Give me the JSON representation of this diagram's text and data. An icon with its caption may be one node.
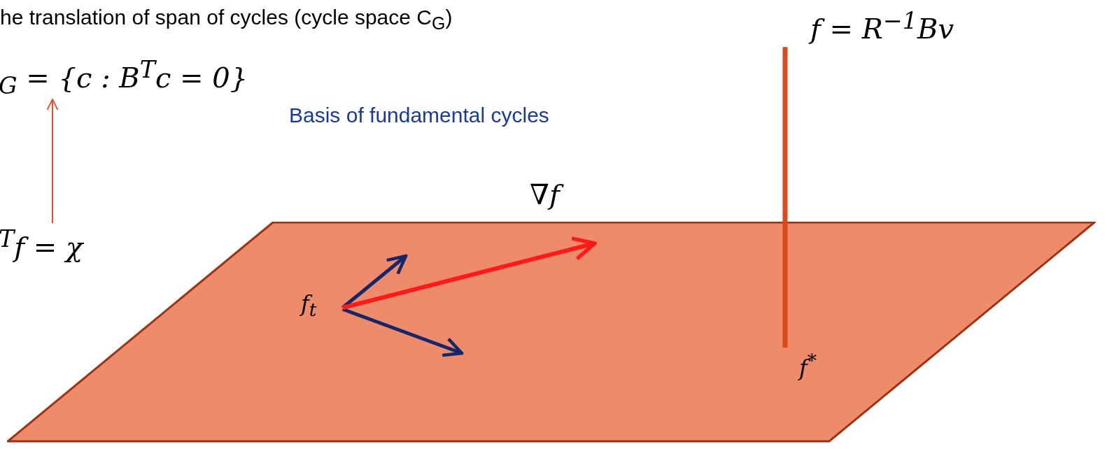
{
  "diagram": {
    "nodes": [
      {
        "text": [],
        "shape": "parallelogram"
      },
      {
        "text": [
          "f$_{t}$"
        ],
        "in": 0
      },
      {
        "text": [
          "f$^{*}$"
        ],
        "in": 0
      },
      {
        "text": [
          "f = R$^{−1}$Bv"
        ]
      },
      {
        "text": [
          "$_{G}$ = {c : B$^{T}$c = 0}"
        ]
      },
      {
        "text": [
          "$^{T}$f = χ"
        ]
      }
    ],
    "edges": [
      {
        "from": 5,
        "to": 4,
        "arrow": "to",
        "color": "#e0502a"
      },
      {
        "from": 1,
        "to": null,
        "arrow": "to",
        "color": "#14276b"
      },
      {
        "from": 1,
        "to": null,
        "arrow": "to",
        "color": "#14276b"
      },
      {
        "from": 1,
        "to": null,
        "arrow": "to",
        "color": "#ff1a1a"
      },
      {
        "from": 3,
        "to": 2,
        "arrow": "none",
        "color": "#d94a1e"
      }
    ],
    "labels": [
      "he translation of span of cycles (cycle space C$_{G}$)",
      "Basis of fundamental cycles",
      "∇f"
    ]
  }
}
